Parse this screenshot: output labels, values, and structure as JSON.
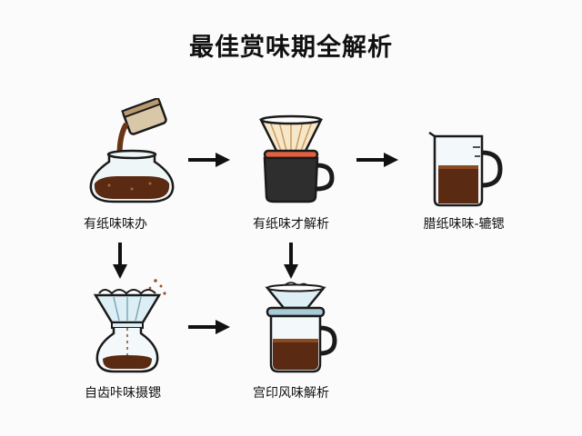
{
  "title": "最佳赏味期全解析",
  "steps": [
    {
      "label": "有纸味味办",
      "icon": "pouring-coffee-flask-icon"
    },
    {
      "label": "有纸味才解析",
      "icon": "pour-over-dripper-mug-icon"
    },
    {
      "label": "腊纸味味-辘锶",
      "icon": "measuring-pitcher-icon"
    },
    {
      "label": "自齿咔味摄锶",
      "icon": "paper-filter-carafe-icon"
    },
    {
      "label": "宫印风味解析",
      "icon": "dripper-server-icon"
    }
  ],
  "colors": {
    "coffee": "#5a2a12",
    "coffee_light": "#8a4a22",
    "outline": "#1a1a1a",
    "glass": "#eef6f8",
    "mug": "#2e2e2e",
    "accent_red": "#e06040",
    "filter": "#f6e7c8"
  }
}
